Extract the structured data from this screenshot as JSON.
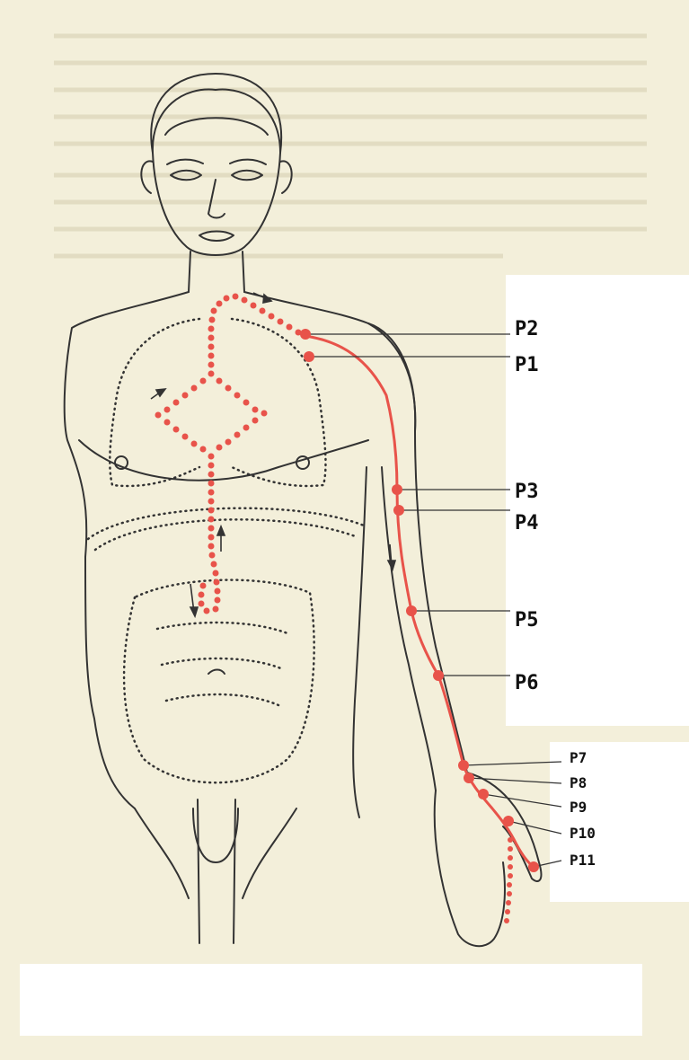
{
  "diagram": {
    "labels": [
      "P2",
      "P1",
      "P3",
      "P4",
      "P5",
      "P6",
      "P7",
      "P8",
      "P9",
      "P10",
      "P11"
    ]
  },
  "colors": {
    "meridian": "#e8534a",
    "ink": "#333333",
    "paper": "#f3efda",
    "panel": "#ffffff"
  }
}
